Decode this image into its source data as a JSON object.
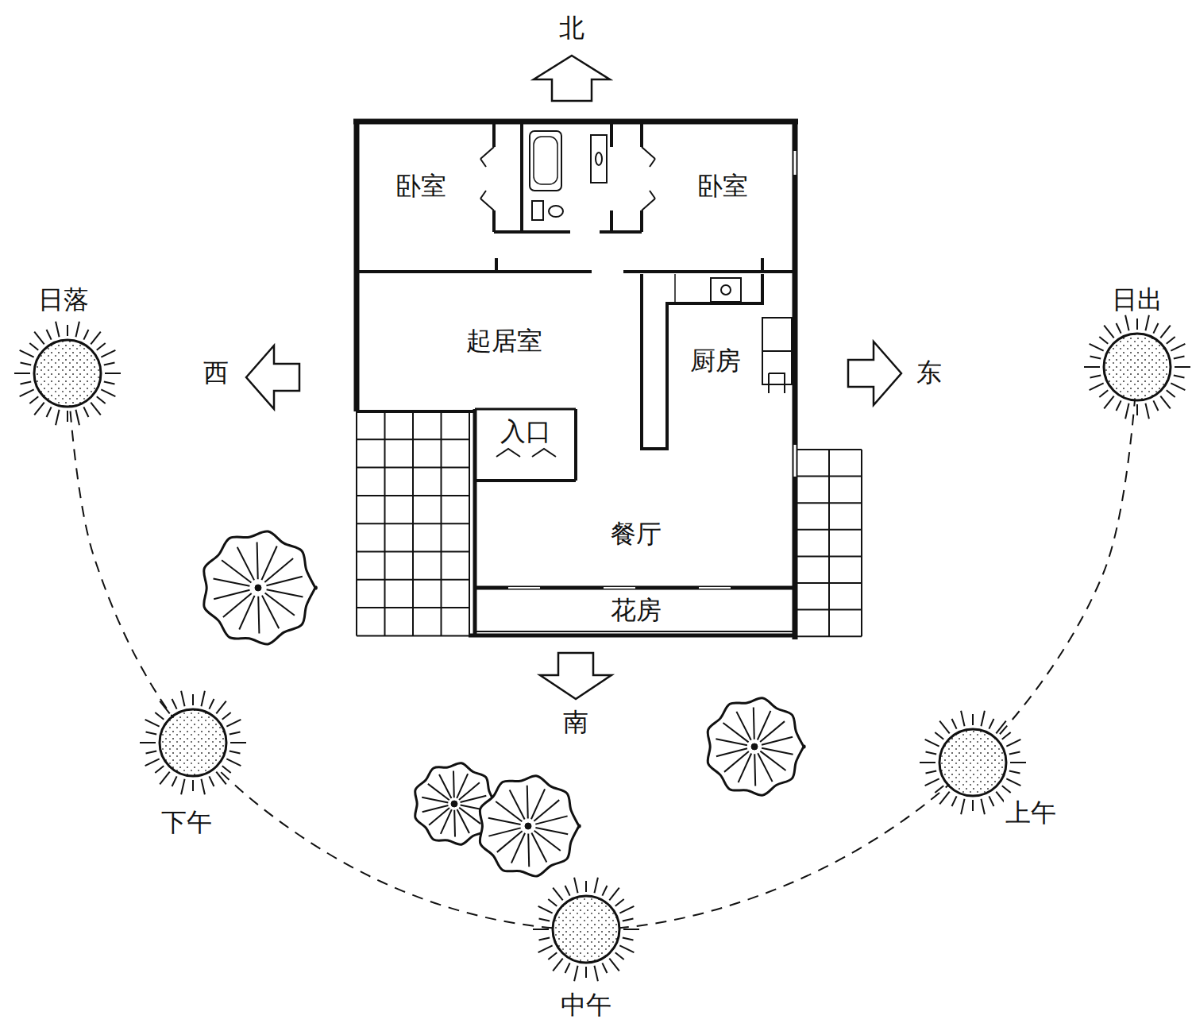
{
  "diagram": {
    "nodes": [
      {
        "text": [
          "卧室"
        ]
      },
      {
        "text": [
          "卧室"
        ]
      },
      {
        "text": [
          "起居室"
        ]
      },
      {
        "text": [
          "厨房"
        ]
      },
      {
        "text": [
          "入口"
        ]
      },
      {
        "text": [
          "餐厅"
        ]
      },
      {
        "text": [
          "花房"
        ]
      }
    ],
    "labels": [
      "北",
      "日落",
      "日出",
      "西",
      "东",
      "南",
      "下午",
      "上午",
      "中午"
    ]
  }
}
